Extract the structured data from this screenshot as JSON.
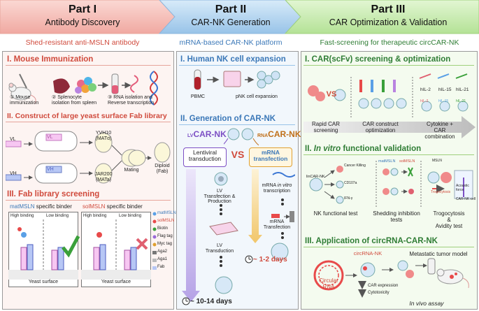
{
  "banner": {
    "part1": {
      "title": "Part I",
      "subtitle": "Antibody Discovery",
      "tagline": "Shed-resistant anti-MSLN antibody"
    },
    "part2": {
      "title": "Part II",
      "subtitle": "CAR-NK Generation",
      "tagline": "mRNA-based CAR-NK platform"
    },
    "part3": {
      "title": "Part III",
      "subtitle": "CAR Optimization & Validation",
      "tagline": "Fast-screening for therapeutic circCAR-NK"
    }
  },
  "part1": {
    "s1": {
      "title": "I. Mouse Immunization",
      "step1": "① Mouse\nimmunization",
      "step2": "② Splenocyte\nisolation from spleen",
      "step3": "③ RNA isolation and\nReverse transcription"
    },
    "s2": {
      "title": "II. Construct of large yeast surface Fab library",
      "vl": "VL",
      "vh": "VH",
      "vl_box": "VL",
      "vh_box": "VH",
      "yvh10": "YVH10\n(MATα)",
      "jar200": "JAR200\n(MATa)",
      "mating": "Mating",
      "diploid": "Diploid\n(Fab)"
    },
    "s3": {
      "title": "III. Fab library screening",
      "mat_label": "matMSLN",
      "mat_suffix": " specific binder",
      "sol_label": "solMSLN",
      "sol_suffix": " specific binder",
      "high": "High binding",
      "low": "Low binding",
      "yeast": "Yeast surface",
      "legend": [
        "matMSLN",
        "solMSLN",
        "Biotin",
        "Flag tag",
        "Myc tag",
        "Aga2",
        "Aga1",
        "Fab"
      ]
    }
  },
  "part2": {
    "s1": {
      "title": "I. Human NK cell expansion",
      "pbmc": "PBMC",
      "pnk": "pNK cell expansion"
    },
    "s2": {
      "title": "II. Generation of CAR-NK",
      "lv_prefix": "LV",
      "lv_car": "CAR-NK",
      "rna_prefix": "RNA",
      "rna_car": "CAR-NK",
      "vs": "VS",
      "lenti": "Lentiviral\ntransduction",
      "mrna": "mRNA\ntransfection",
      "lv_prod": "LV\nTransfection &\nProduction",
      "lv_trans": "LV\nTransduction",
      "mrna_ivt_a": "mRNA ",
      "mrna_ivt_b": "in vitro",
      "mrna_ivt_c": "\ntranscription",
      "mrna_trans": "mRNA\nTransfection",
      "days_rna": "~ 1-2 days",
      "days_lv": "~ 10-14 days"
    }
  },
  "part3": {
    "s1": {
      "title": "I. CAR(scFv) screening & optimization",
      "vs": "VS",
      "il2": "hIL-2",
      "il15": "hIL-15",
      "il21": "hIL-21",
      "il2b": "hIL-2",
      "il15b": "hIL-15",
      "il21b": "hIL-21",
      "rapid": "Rapid CAR\nscreening",
      "construct": "CAR construct\noptimization",
      "cytokine": "Cytokine + CAR\ncombination"
    },
    "s2": {
      "title_a": "II. ",
      "title_b": "In vitro",
      "title_c": " functional validation",
      "lincar": "linCAR-NK",
      "cancer_killing": "Cancer Killing",
      "cd107a": "CD107a",
      "ifng": "IFN-γ",
      "mat": "matMSLN",
      "sol": "solMSLN",
      "msln": "MSLN",
      "trog": "Trogocytosis",
      "acoustic": "Acoustic\nforce",
      "caranti": "CAR-NK cell",
      "nk_test": "NK functional test",
      "shed_test": "Shedding inhibition\ntests",
      "trog_test": "Trogocytosis &\nAvidity test"
    },
    "s3": {
      "title": "III. Application of circRNA-CAR-NK",
      "circ_nk": "circRNA-NK",
      "circ_rna": "Circular\nRNA",
      "car_expr": "CAR expression",
      "cyto": "Cytotoxicity",
      "metastatic": "Metastatic tumor model",
      "invivo": "In vivo assay"
    }
  },
  "colors": {
    "part1_chev": "#f6c6c0",
    "part2_chev": "#bcd9f1",
    "part3_chev": "#cfeeb8",
    "red": "#d04a3c",
    "blue": "#3b78b8",
    "green": "#2f7d35",
    "purple": "#7c4fc4",
    "orange": "#c0701a"
  }
}
